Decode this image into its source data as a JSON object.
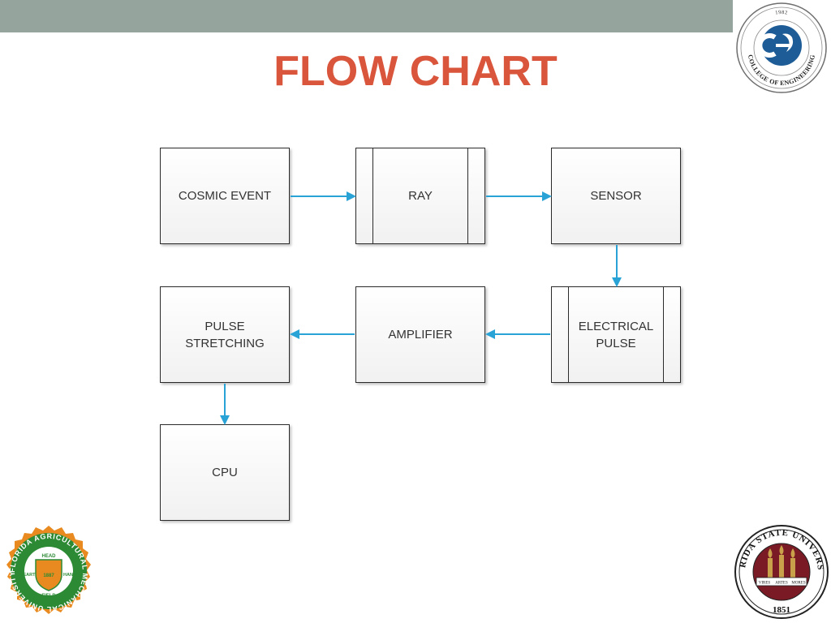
{
  "slide": {
    "title": "FLOW CHART"
  },
  "colors": {
    "title": "#d9553b",
    "top_bar": "#95a59d",
    "arrow": "#29a3d6",
    "fsu_garnet": "#7a1a25",
    "famu_green": "#2c8a35",
    "famu_orange": "#e88a1f",
    "coe_blue": "#1d5c96"
  },
  "flowchart": {
    "nodes": [
      {
        "id": "cosmic_event",
        "label": "COSMIC EVENT"
      },
      {
        "id": "ray",
        "label": "RAY"
      },
      {
        "id": "sensor",
        "label": "SENSOR"
      },
      {
        "id": "electrical_pulse",
        "label": "ELECTRICAL PULSE"
      },
      {
        "id": "amplifier",
        "label": "AMPLIFIER"
      },
      {
        "id": "pulse_stretching",
        "label": "PULSE STRETCHING"
      },
      {
        "id": "cpu",
        "label": "CPU"
      }
    ],
    "edges": [
      {
        "from": "cosmic_event",
        "to": "ray"
      },
      {
        "from": "ray",
        "to": "sensor"
      },
      {
        "from": "sensor",
        "to": "electrical_pulse"
      },
      {
        "from": "electrical_pulse",
        "to": "amplifier"
      },
      {
        "from": "amplifier",
        "to": "pulse_stretching"
      },
      {
        "from": "pulse_stretching",
        "to": "cpu"
      }
    ]
  },
  "logos": {
    "college_of_engineering": {
      "icon": "college-of-engineering-seal",
      "text": "COLLEGE OF ENGINEERING",
      "year": "1982"
    },
    "famu": {
      "icon": "famu-seal",
      "ring_text": "FLORIDA AGRICULTURAL MECHANICAL UNIVERSITY",
      "shield_words": [
        "HEAD",
        "HEART",
        "HAND",
        "FIELD"
      ],
      "shield_year": "1887"
    },
    "fsu": {
      "icon": "fsu-seal",
      "ring_text": "FLORIDA STATE UNIVERSITY",
      "year": "1851",
      "ribbon": [
        "VIRES",
        "ARTES",
        "MORES"
      ]
    }
  }
}
